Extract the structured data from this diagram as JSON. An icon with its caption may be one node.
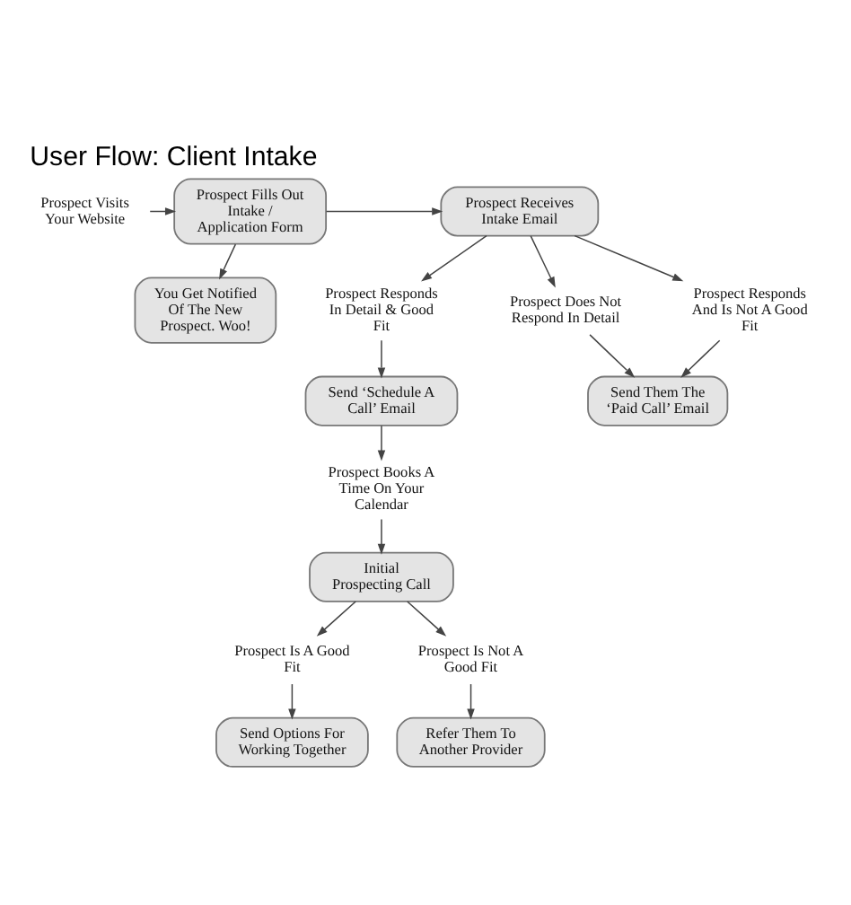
{
  "diagram": {
    "title": "User Flow: Client Intake",
    "nodes": [
      {
        "text": [
          "Prospect Visits Your Website"
        ]
      },
      {
        "text": [
          "Prospect Fills Out Intake / Application Form"
        ]
      },
      {
        "text": [
          "Prospect Receives Intake Email"
        ]
      },
      {
        "text": [
          "You Get Notified Of The New Prospect. Woo!"
        ]
      },
      {
        "text": [
          "Prospect Responds In Detail & Good Fit"
        ]
      },
      {
        "text": [
          "Prospect Does Not Respond In Detail"
        ]
      },
      {
        "text": [
          "Prospect Responds And Is Not A Good Fit"
        ]
      },
      {
        "text": [
          "Send ‘Schedule A Call’ Email"
        ]
      },
      {
        "text": [
          "Send Them The ‘Paid Call’ Email"
        ]
      },
      {
        "text": [
          "Prospect Books A Time On Your Calendar"
        ]
      },
      {
        "text": [
          "Initial Prospecting Call"
        ]
      },
      {
        "text": [
          "Prospect Is A Good Fit"
        ]
      },
      {
        "text": [
          "Prospect Is Not A Good Fit"
        ]
      },
      {
        "text": [
          "Send Options For Working Together"
        ]
      },
      {
        "text": [
          "Refer Them To Another Provider"
        ]
      }
    ],
    "edges": [
      {
        "from": 0,
        "to": 1,
        "arrow": "to"
      },
      {
        "from": 1,
        "to": 2,
        "arrow": "to"
      },
      {
        "from": 1,
        "to": 3,
        "arrow": "to"
      },
      {
        "from": 2,
        "to": 4,
        "arrow": "to"
      },
      {
        "from": 2,
        "to": 5,
        "arrow": "to"
      },
      {
        "from": 2,
        "to": 6,
        "arrow": "to"
      },
      {
        "from": 4,
        "to": 7,
        "arrow": "to"
      },
      {
        "from": 5,
        "to": 8,
        "arrow": "to"
      },
      {
        "from": 6,
        "to": 8,
        "arrow": "to"
      },
      {
        "from": 7,
        "to": 9,
        "arrow": "to"
      },
      {
        "from": 9,
        "to": 10,
        "arrow": "to"
      },
      {
        "from": 10,
        "to": 11,
        "arrow": "to"
      },
      {
        "from": 10,
        "to": 12,
        "arrow": "to"
      },
      {
        "from": 11,
        "to": 13,
        "arrow": "to"
      },
      {
        "from": 12,
        "to": 14,
        "arrow": "to"
      }
    ]
  }
}
